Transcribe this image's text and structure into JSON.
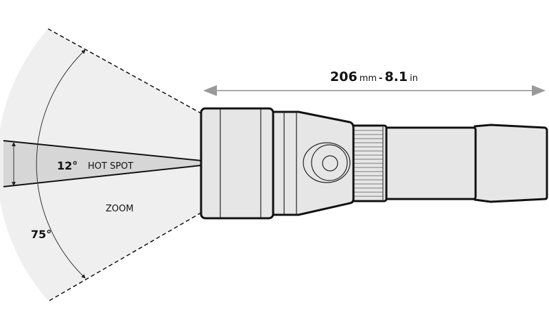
{
  "dimension": {
    "value_mm": "206",
    "unit_mm": "mm",
    "separator": "-",
    "value_in": "8.1",
    "unit_in": "in"
  },
  "beam": {
    "hotspot_angle": "12°",
    "hotspot_label": "HOT SPOT",
    "zoom_label": "ZOOM",
    "zoom_angle": "75°"
  },
  "colors": {
    "fan": "#efefef",
    "hotspot": "#d6d6d6",
    "body": "#e6e6e6",
    "arrow": "#9a9a9a"
  }
}
